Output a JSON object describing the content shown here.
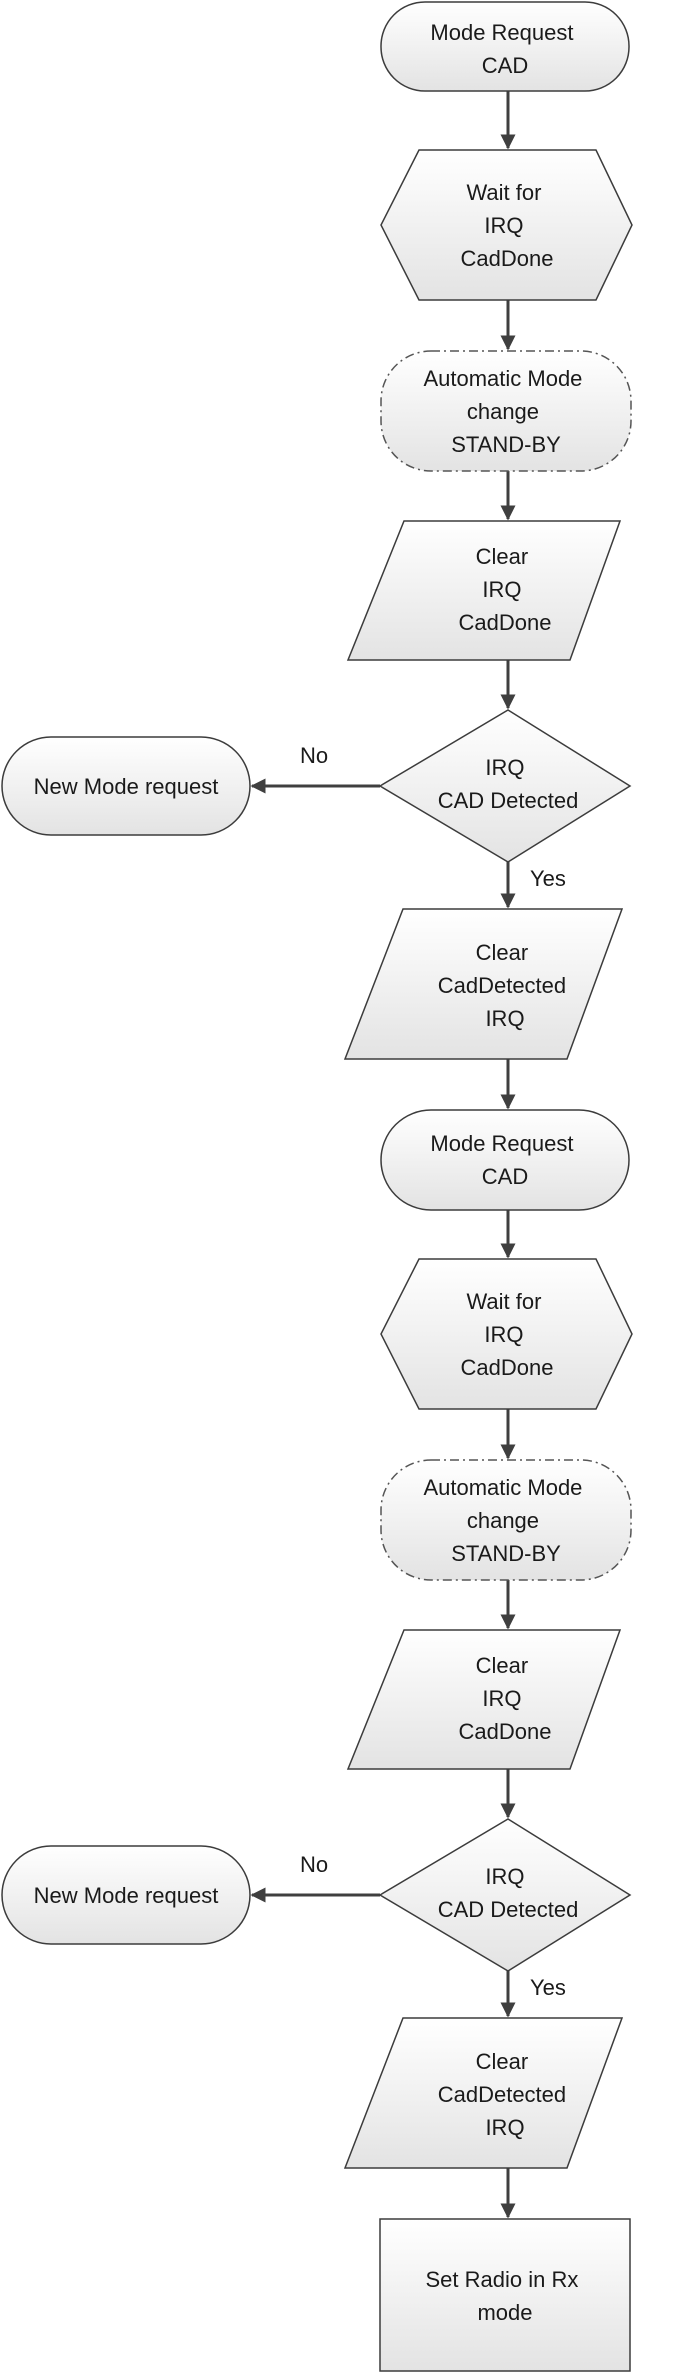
{
  "nodes": [
    {
      "id": "mode-request-1",
      "lines": [
        "Mode Request",
        "CAD"
      ]
    },
    {
      "id": "wait-for-irq-1",
      "lines": [
        "Wait for",
        "IRQ",
        "CadDone"
      ]
    },
    {
      "id": "auto-mode-change-1",
      "lines": [
        "Automatic Mode",
        "change",
        "STAND-BY"
      ]
    },
    {
      "id": "clear-cad-done-1",
      "lines": [
        "Clear",
        "IRQ",
        "CadDone"
      ]
    },
    {
      "id": "cad-detected-decision-1",
      "lines": [
        "IRQ",
        "CAD Detected"
      ]
    },
    {
      "id": "new-mode-request-1",
      "lines": [
        "New Mode request"
      ]
    },
    {
      "id": "clear-cad-detected-1",
      "lines": [
        "Clear",
        "CadDetected",
        "IRQ"
      ]
    },
    {
      "id": "mode-request-2",
      "lines": [
        "Mode Request",
        "CAD"
      ]
    },
    {
      "id": "wait-for-irq-2",
      "lines": [
        "Wait for",
        "IRQ",
        "CadDone"
      ]
    },
    {
      "id": "auto-mode-change-2",
      "lines": [
        "Automatic Mode",
        "change",
        "STAND-BY"
      ]
    },
    {
      "id": "clear-cad-done-2",
      "lines": [
        "Clear",
        "IRQ",
        "CadDone"
      ]
    },
    {
      "id": "cad-detected-decision-2",
      "lines": [
        "IRQ",
        "CAD Detected"
      ]
    },
    {
      "id": "new-mode-request-2",
      "lines": [
        "New Mode request"
      ]
    },
    {
      "id": "clear-cad-detected-2",
      "lines": [
        "Clear",
        "CadDetected",
        "IRQ"
      ]
    },
    {
      "id": "set-radio-rx",
      "lines": [
        "Set Radio in Rx",
        "mode"
      ]
    }
  ],
  "edge_labels": {
    "no_1": "No",
    "yes_1": "Yes",
    "no_2": "No",
    "yes_2": "Yes"
  }
}
